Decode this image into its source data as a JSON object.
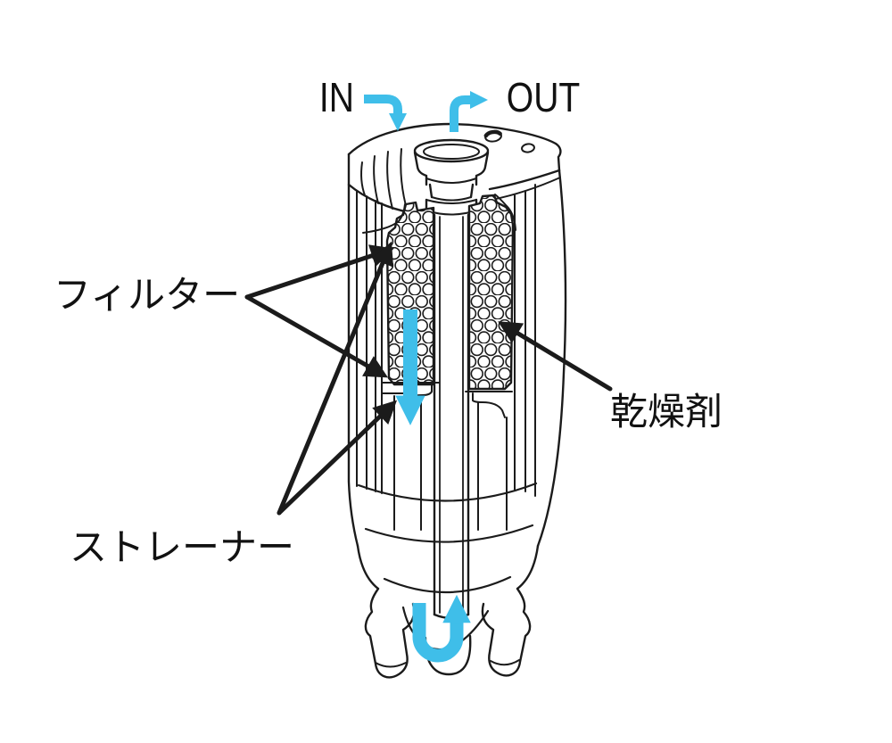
{
  "diagram": {
    "labels": {
      "inlet": "IN",
      "outlet": "OUT",
      "filter": "フィルター",
      "strainer": "ストレーナー",
      "desiccant": "乾燥剤"
    },
    "colors": {
      "flow_arrow_blue": "#3FBEE9",
      "line_art": "#1B1B1B",
      "background": "#FFFFFF"
    }
  }
}
